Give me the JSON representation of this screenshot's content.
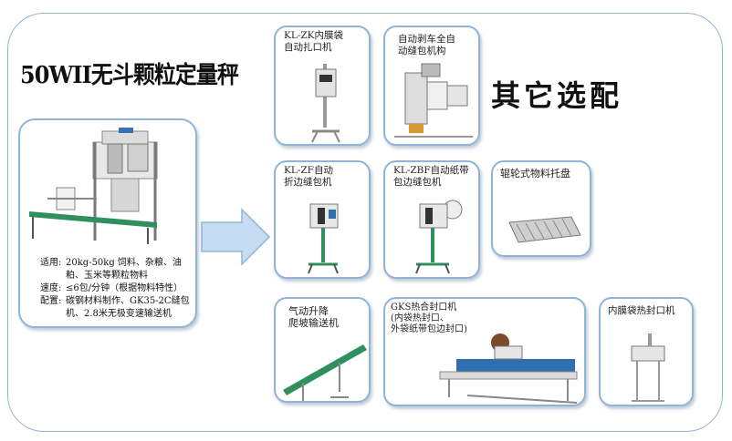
{
  "main_title": "50WII无斗颗粒定量秤",
  "options_title": "其它选配",
  "main_product": {
    "specs": [
      {
        "key": "适用:",
        "value": "20kg-50kg 饲料、杂粮、油粕、玉米等颗粒物料"
      },
      {
        "key": "速度:",
        "value": "≤6包/分钟（根据物料特性）"
      },
      {
        "key": "配置:",
        "value": "碳钢材料制作、GK35-2C缝包机、2.8米无极变速输送机"
      }
    ]
  },
  "options": [
    {
      "label": "KL-ZK内膜袋\n自动扎口机"
    },
    {
      "label": "自动剥车全自\n动缝包机构"
    },
    {
      "label": "KL-ZF自动\n折边缝包机"
    },
    {
      "label": "KL-ZBF自动纸带\n包边缝包机"
    },
    {
      "label": "辊轮式物料托盘"
    },
    {
      "label": "气动升降\n爬坡输送机"
    },
    {
      "label": "GKS热合封口机\n(内袋热封口、\n外袋纸带包边封口)"
    },
    {
      "label": "内膜袋热封口机"
    }
  ],
  "colors": {
    "frame_border": "#8fb4d8",
    "arrow_fill": "#c6dcf0",
    "arrow_stroke": "#8fb4d8",
    "machine_green": "#2f8f5e",
    "machine_blue": "#2f6fb0"
  }
}
